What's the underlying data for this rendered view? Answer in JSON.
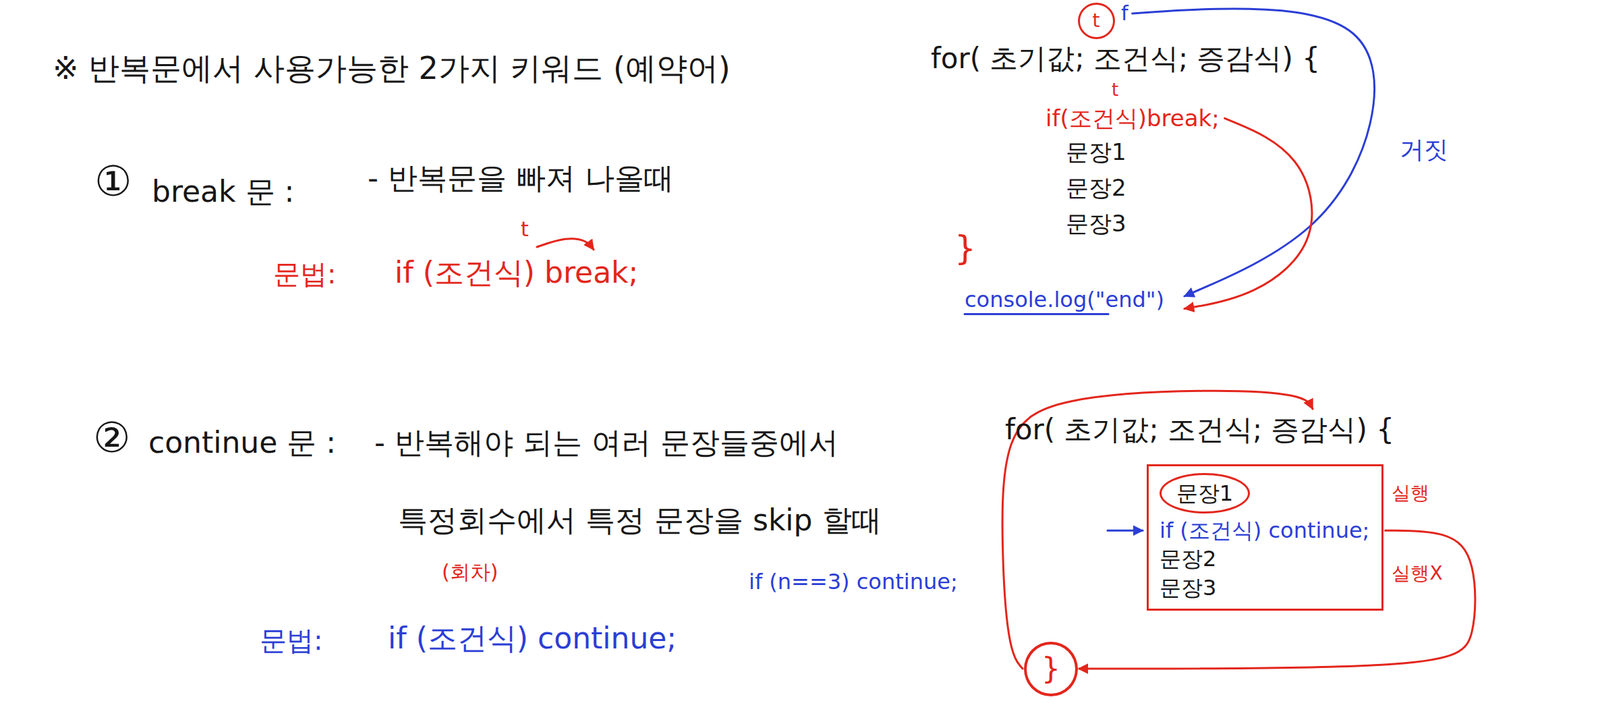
{
  "diagram": {
    "title": "※ 반복문에서 사용가능한 2가지 키워드 (예약어)",
    "nodes": [
      {
        "text": [
          "t"
        ]
      },
      {
        "text": [
          "if (조건식) continue;",
          "문장2",
          "문장3"
        ]
      },
      {
        "text": [
          "문장1"
        ],
        "in": 1
      },
      {
        "text": [
          "}"
        ]
      }
    ],
    "edges": [
      {
        "from": 1,
        "to": 3,
        "arrow": "to"
      }
    ],
    "labels": [
      "①",
      "break 문 :",
      "- 반복문을 빠져 나올때",
      "문법:",
      "t",
      "if (조건식) break;",
      "②",
      "continue 문 :",
      "- 반복해야 되는 여러 문장들중에서",
      "특정회수에서 특정 문장을 skip 할때",
      "(회차)",
      "문법:",
      "if (조건식) continue;",
      "if (n==3) continue;",
      "for( 초기값; 조건식; 증감식) {",
      "f",
      "t",
      "if(조건식)break;",
      "문장1",
      "문장2",
      "문장3",
      "}",
      "console.log(\"end\")",
      "거짓",
      "for( 초기값; 조건식; 증감식) {",
      "실행",
      "실행X"
    ]
  }
}
